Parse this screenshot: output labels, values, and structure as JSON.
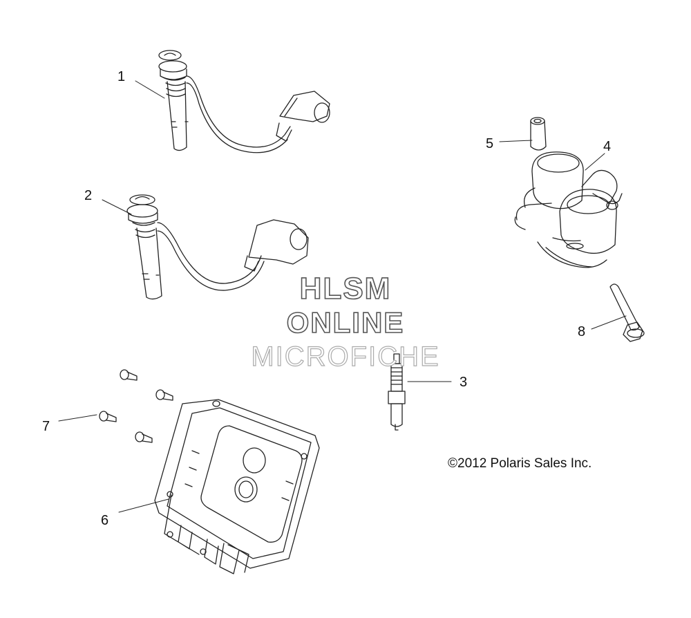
{
  "callouts": [
    "1",
    "2",
    "3",
    "4",
    "5",
    "6",
    "7",
    "8"
  ],
  "watermark": [
    "HLSM",
    "ONLINE",
    "MICROFICHE"
  ],
  "copyright": "©2012 Polaris Sales Inc."
}
